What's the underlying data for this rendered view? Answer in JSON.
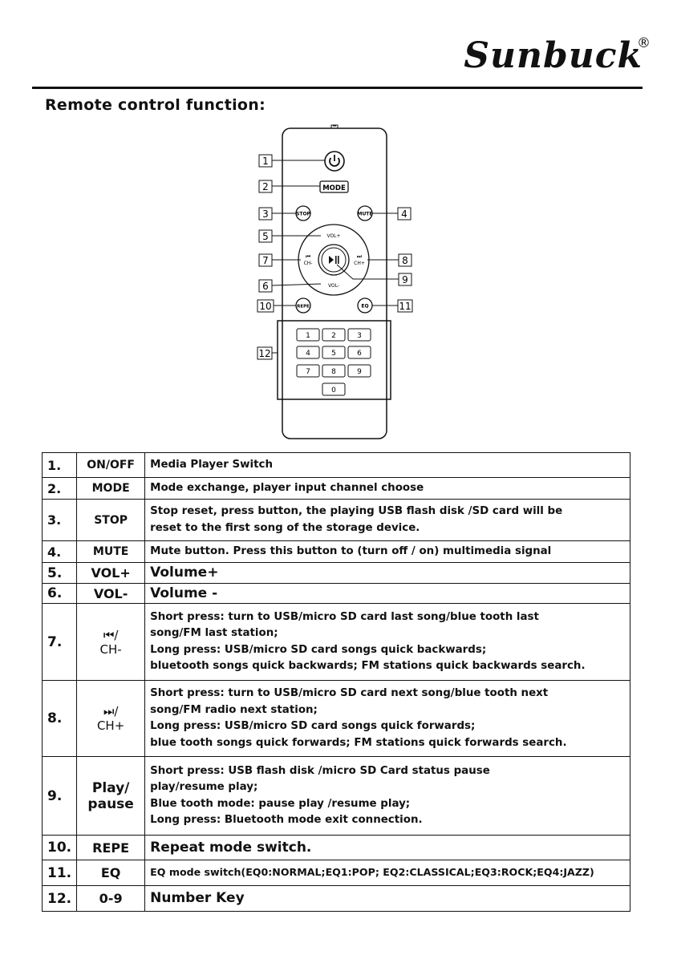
{
  "header": {
    "brand": "Sunbuck",
    "registered": "®"
  },
  "section_title": "Remote control function:",
  "remote": {
    "callouts": [
      "1",
      "2",
      "3",
      "4",
      "5",
      "6",
      "7",
      "8",
      "9",
      "10",
      "11",
      "12"
    ],
    "button_labels": {
      "mode": "MODE",
      "stop": "STOP",
      "mute": "MUTE",
      "vol_up": "VOL+",
      "vol_down": "VOL-",
      "prev": "CH-",
      "next": "CH+",
      "repe": "REPE",
      "eq": "EQ"
    },
    "keypad": [
      "1",
      "2",
      "3",
      "4",
      "5",
      "6",
      "7",
      "8",
      "9",
      "0"
    ]
  },
  "functions": [
    {
      "num": "1.",
      "key": "ON/OFF",
      "desc": [
        "Media Player Switch"
      ]
    },
    {
      "num": "2.",
      "key": "MODE",
      "desc": [
        "Mode exchange, player input channel choose"
      ]
    },
    {
      "num": "3.",
      "key": "STOP",
      "desc": [
        "Stop reset, press button,  the playing USB flash disk /SD card will be",
        "reset to the first song of the storage device."
      ]
    },
    {
      "num": "4.",
      "key": "MUTE",
      "desc": [
        "Mute button. Press this button to (turn off / on) multimedia signal"
      ]
    },
    {
      "num": "5.",
      "key": "VOL+",
      "desc": [
        "Volume+"
      ]
    },
    {
      "num": "6.",
      "key": "VOL-",
      "desc": [
        "Volume -"
      ]
    },
    {
      "num": "7.",
      "key_symbol": "⏮/",
      "key": "CH-",
      "desc": [
        "Short press: turn to  USB/micro SD card last song/blue tooth last",
        "song/FM last station;",
        "Long press:  USB/micro SD card songs quick backwards;",
        "bluetooth songs quick backwards; FM stations quick backwards search."
      ]
    },
    {
      "num": "8.",
      "key_symbol": "⏭/",
      "key": "CH+",
      "desc": [
        "Short press: turn to USB/micro SD card next song/blue tooth next",
        "song/FM radio next station;",
        "Long press: USB/micro SD card songs quick forwards;",
        "blue tooth songs quick forwards; FM stations quick forwards search."
      ]
    },
    {
      "num": "9.",
      "key": "Play/",
      "key2": "pause",
      "desc": [
        "Short press: USB flash disk /micro SD Card status pause",
        "play/resume play;",
        "Blue tooth mode: pause play /resume play;",
        "Long press:   Bluetooth mode exit connection."
      ]
    },
    {
      "num": "10.",
      "key": "REPE",
      "desc": [
        "Repeat mode switch."
      ]
    },
    {
      "num": "11.",
      "key": "EQ",
      "desc": [
        "EQ mode switch(EQ0:NORMAL;EQ1:POP; EQ2:CLASSICAL;EQ3:ROCK;EQ4:JAZZ)"
      ]
    },
    {
      "num": "12.",
      "key": "0-9",
      "desc": [
        "Number Key"
      ]
    }
  ]
}
